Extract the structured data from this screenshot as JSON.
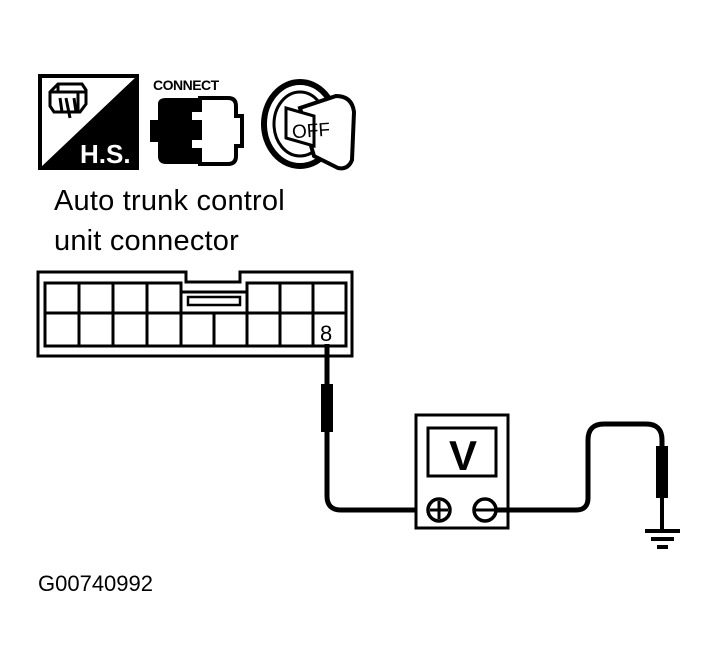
{
  "icons": {
    "harness_icon": {
      "label": "H.S."
    },
    "connect_icon": {
      "label": "CONNECT"
    },
    "ignition_icon": {
      "label": "OFF"
    }
  },
  "caption": {
    "line1": "Auto trunk control",
    "line2": "unit connector"
  },
  "connector": {
    "top_row_cells": 7,
    "bottom_row_cells": 9,
    "pin_label": "8"
  },
  "meter": {
    "display_label": "V",
    "positive_terminal": "+",
    "negative_terminal": "−"
  },
  "ground": {
    "symbol": "ground"
  },
  "figure_id": "G00740992",
  "colors": {
    "ink": "#000000",
    "paper": "#ffffff"
  }
}
